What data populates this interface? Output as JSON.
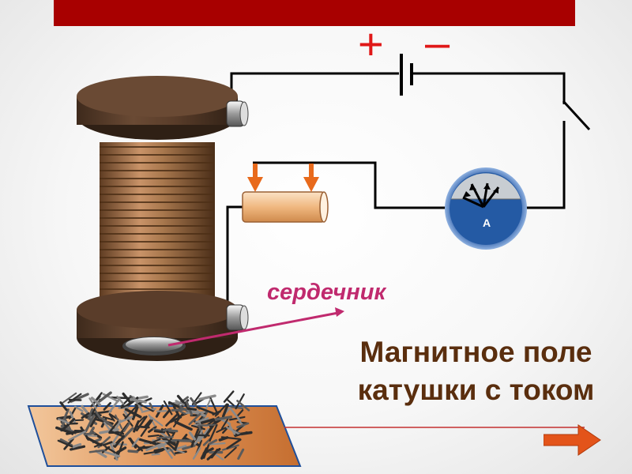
{
  "slide": {
    "title_line1": "Магнитное поле",
    "title_line2": "катушки с током",
    "core_label": "сердечник",
    "plus_sign": "+",
    "minus_sign": "–",
    "ammeter_label": "А"
  },
  "colors": {
    "header_bar": "#a80000",
    "title_text": "#5a2e0e",
    "core_label": "#c02a6e",
    "polarity_signs": "#e01818",
    "wire": "#000000",
    "nav_arrow": "#e3541a"
  },
  "icons": {
    "nav": "next-arrow-icon",
    "filings": "iron-filings-icon"
  }
}
